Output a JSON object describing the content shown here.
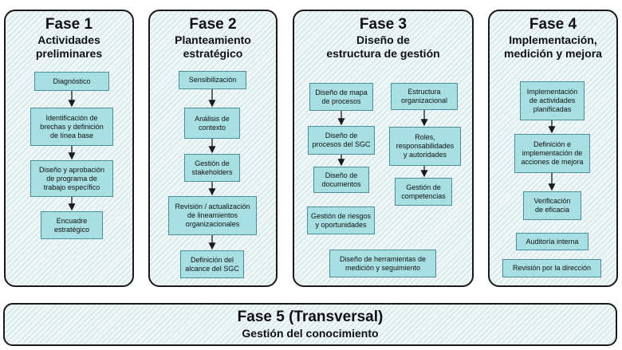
{
  "phases": [
    {
      "num": "Fase 1",
      "name": "Actividades\npreliminares",
      "boxes": [
        "Diagnóstico",
        "Identificación de\nbrechas y definición\nde línea base",
        "Diseño y aprobación\nde programa de\ntrabajo específico",
        "Encuadre\nestratégico"
      ]
    },
    {
      "num": "Fase 2",
      "name": "Planteamiento\nestratégico",
      "boxes": [
        "Sensibilización",
        "Análisis de\ncontexto",
        "Gestión de\nstakeholders",
        "Revisión / actualización\nde lineamientos\norganizacionales",
        "Definición del\nalcance del SGC"
      ]
    },
    {
      "num": "Fase 3",
      "name": "Diseño de\nestructura de gestión",
      "boxes": [
        "Diseño de mapa\nde procesos",
        "Diseño de\nprocesos del SGC",
        "Diseño de\ndocumentos",
        "Gestión de riesgos\ny oportunidades",
        "Estructura\norganizacional",
        "Roles,\nresponsabilidades\ny autoridades",
        "Gestión de\ncompetencias",
        "Diseño de herramientas de\nmedición y seguimiento"
      ]
    },
    {
      "num": "Fase 4",
      "name": "Implementación,\nmedición y mejora",
      "boxes": [
        "Implementación\nde actividades\nplanificadas",
        "Definición e\nimplementación de\nacciones de mejora",
        "Verificación\nde eficacia",
        "Auditoría interna",
        "Revisión por la dirección"
      ]
    }
  ],
  "transversal": {
    "title": "Fase 5 (Transversal)",
    "subtitle": "Gestión del conocimiento"
  },
  "colors": {
    "box_fill": "#a7dfe3",
    "box_border": "#4a8f96",
    "panel_fill": "#eef6f7",
    "outline": "#1a1a1a"
  }
}
